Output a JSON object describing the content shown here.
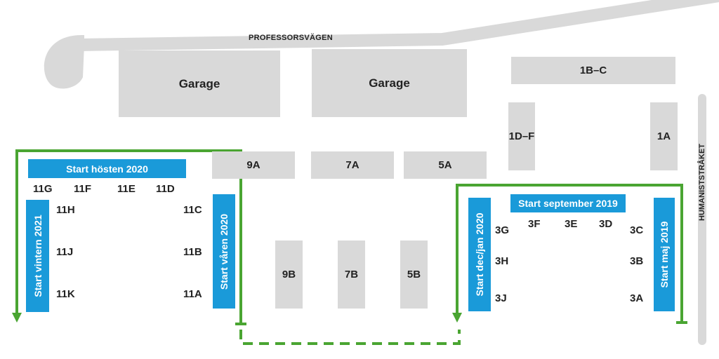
{
  "colors": {
    "road": "#d9d9d9",
    "building": "#d9d9d9",
    "banner": "#1a9ad9",
    "route": "#4aa532"
  },
  "roads": {
    "top": "PROFESSORSVÄGEN",
    "right": "HUMANISTSTRÅKET"
  },
  "buildings": {
    "garage_left": "Garage",
    "garage_right": "Garage",
    "b1bc": "1B–C",
    "b1df": "1D–F",
    "b1a": "1A",
    "b9a": "9A",
    "b7a": "7A",
    "b5a": "5A",
    "b9b": "9B",
    "b7b": "7B",
    "b5b": "5B"
  },
  "house_labels": {
    "h11g": "11G",
    "h11f": "11F",
    "h11e": "11E",
    "h11d": "11D",
    "h11h": "11H",
    "h11j": "11J",
    "h11k": "11K",
    "h11c": "11C",
    "h11b": "11B",
    "h11a": "11A",
    "h3g": "3G",
    "h3f": "3F",
    "h3e": "3E",
    "h3d": "3D",
    "h3c": "3C",
    "h3h": "3H",
    "h3b": "3B",
    "h3j": "3J",
    "h3a": "3A"
  },
  "phases": {
    "hosten2020": "Start hösten 2020",
    "vintern2021": "Start vintern 2021",
    "varen2020": "Start våren 2020",
    "september2019": "Start september 2019",
    "decjan2020": "Start dec/jan 2020",
    "maj2019": "Start maj 2019"
  }
}
